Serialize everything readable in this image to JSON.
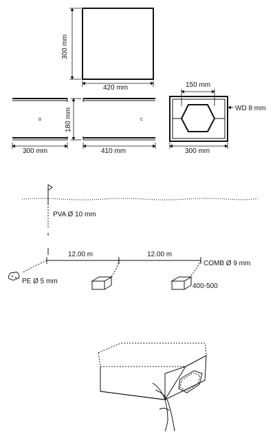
{
  "dimensions": {
    "top_box_height": "300 mm",
    "top_box_width": "420 mm",
    "side_width": "300 mm",
    "side_height": "180 mm",
    "front_width": "410 mm",
    "entrance_width": "150 mm",
    "end_width": "300 mm",
    "wall_thickness": "WD 8 mm"
  },
  "line_setup": {
    "float_line": "PVA Ø 10 mm",
    "spacing_1": "12.00 m",
    "spacing_2": "12.00 m",
    "main_line": "COMB Ø 9 mm",
    "anchor_line": "PE Ø 5 mm",
    "depth_range": "400-500"
  }
}
